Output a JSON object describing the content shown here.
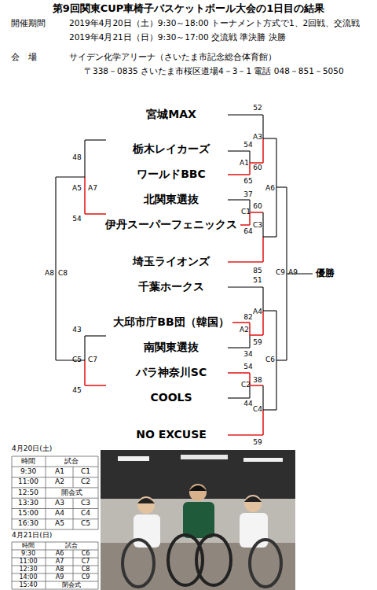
{
  "diagram": {
    "title": "第9回関東CUP車椅子バスケットボール大会の1日目の結果",
    "labels": [
      "開催期間",
      "2019年4月20日（土）9:30～18:00 トーナメント方式で1、2回戦、交流戦",
      "2019年4月21日（日）9:30～17:00 交流戦 準決勝 決勝",
      "会　場",
      "サイデン化学アリーナ（さいたま市記念総合体育館）",
      "〒338－0835 さいたま市桜区道場4－3－1 電話 048－851－5050",
      "宮城MAX",
      "栃木レイカーズ",
      "ワールドBBC",
      "北関東選抜",
      "伊丹スーパーフェニックス",
      "埼玉ライオンズ",
      "千葉ホークス",
      "大邱市庁BB団（韓国）",
      "南関東選抜",
      "パラ神奈川SC",
      "COOLS",
      "NO EXCUSE",
      "52",
      "54",
      "A3",
      "A1",
      "60",
      "65",
      "A6",
      "37",
      "60",
      "C1",
      "C3",
      "64",
      "85",
      "C9",
      "A9",
      "優勝",
      "51",
      "A4",
      "82",
      "A2",
      "59",
      "34",
      "C6",
      "54",
      "38",
      "C2",
      "44",
      "C4",
      "59",
      "48",
      "A5",
      "A7",
      "A8",
      "C8",
      "54",
      "43",
      "C5",
      "C7",
      "45",
      "4月20日(土)",
      "時間",
      "試合",
      "9:30",
      "A1",
      "C1",
      "11:00",
      "A2",
      "C2",
      "12:50",
      "開会式",
      "13:30",
      "A3",
      "C3",
      "15:00",
      "A4",
      "C4",
      "16:30",
      "A5",
      "C5",
      "4月21日(日)",
      "時間",
      "試合",
      "9:30",
      "A6",
      "C6",
      "11:00",
      "A7",
      "C7",
      "12:30",
      "A8",
      "C8",
      "14:00",
      "A9",
      "C9",
      "15:40",
      "閉会式"
    ]
  }
}
